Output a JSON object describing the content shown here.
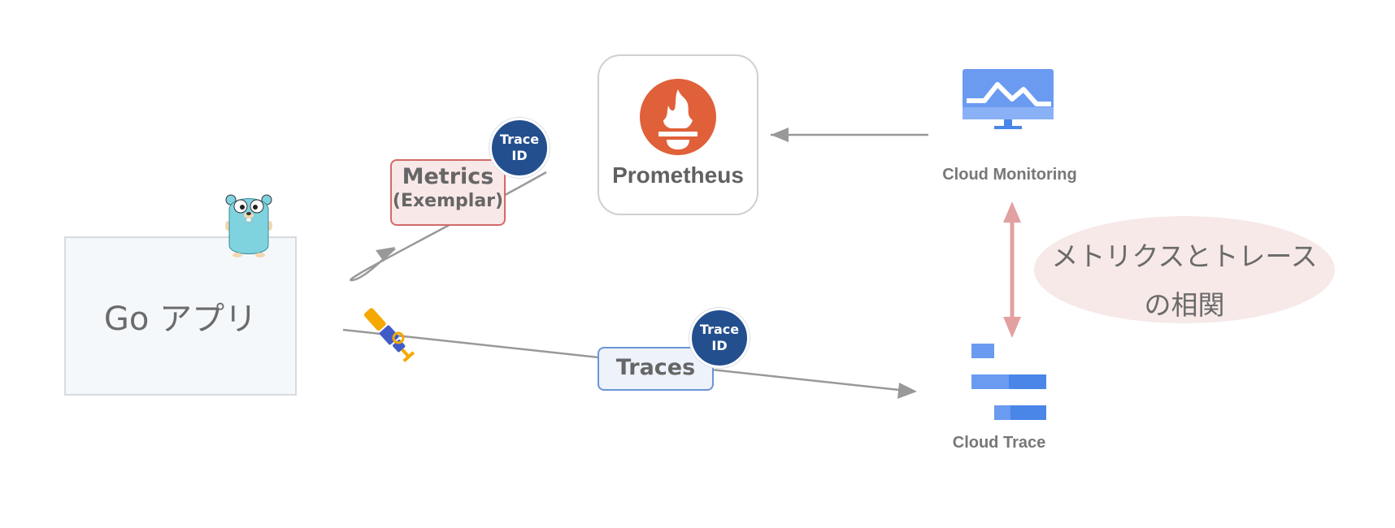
{
  "nodes": {
    "go_app": {
      "label": "Go アプリ"
    },
    "prometheus": {
      "label": "Prometheus"
    },
    "cloud_monitoring": {
      "label": "Cloud Monitoring"
    },
    "cloud_trace": {
      "label": "Cloud Trace"
    }
  },
  "signals": {
    "metrics": {
      "line1": "Metrics",
      "line2": "(Exemplar)",
      "badge_line1": "Trace",
      "badge_line2": "ID"
    },
    "traces": {
      "label": "Traces",
      "badge_line1": "Trace",
      "badge_line2": "ID"
    }
  },
  "correlation": {
    "line1": "メトリクスとトレース",
    "line2": "の相関"
  },
  "colors": {
    "prometheus_orange": "#e0603a",
    "monitoring_blue": "#6a9bf0",
    "trace_blue": "#4a86e8",
    "badge_navy": "#234f8f",
    "gopher_cyan": "#7fd3df",
    "correlation_arrow": "#e3a0a0",
    "arrow_gray": "#999999"
  },
  "icons": [
    "gopher-icon",
    "prometheus-icon",
    "cloud-monitoring-icon",
    "cloud-trace-icon",
    "opentelemetry-icon"
  ]
}
